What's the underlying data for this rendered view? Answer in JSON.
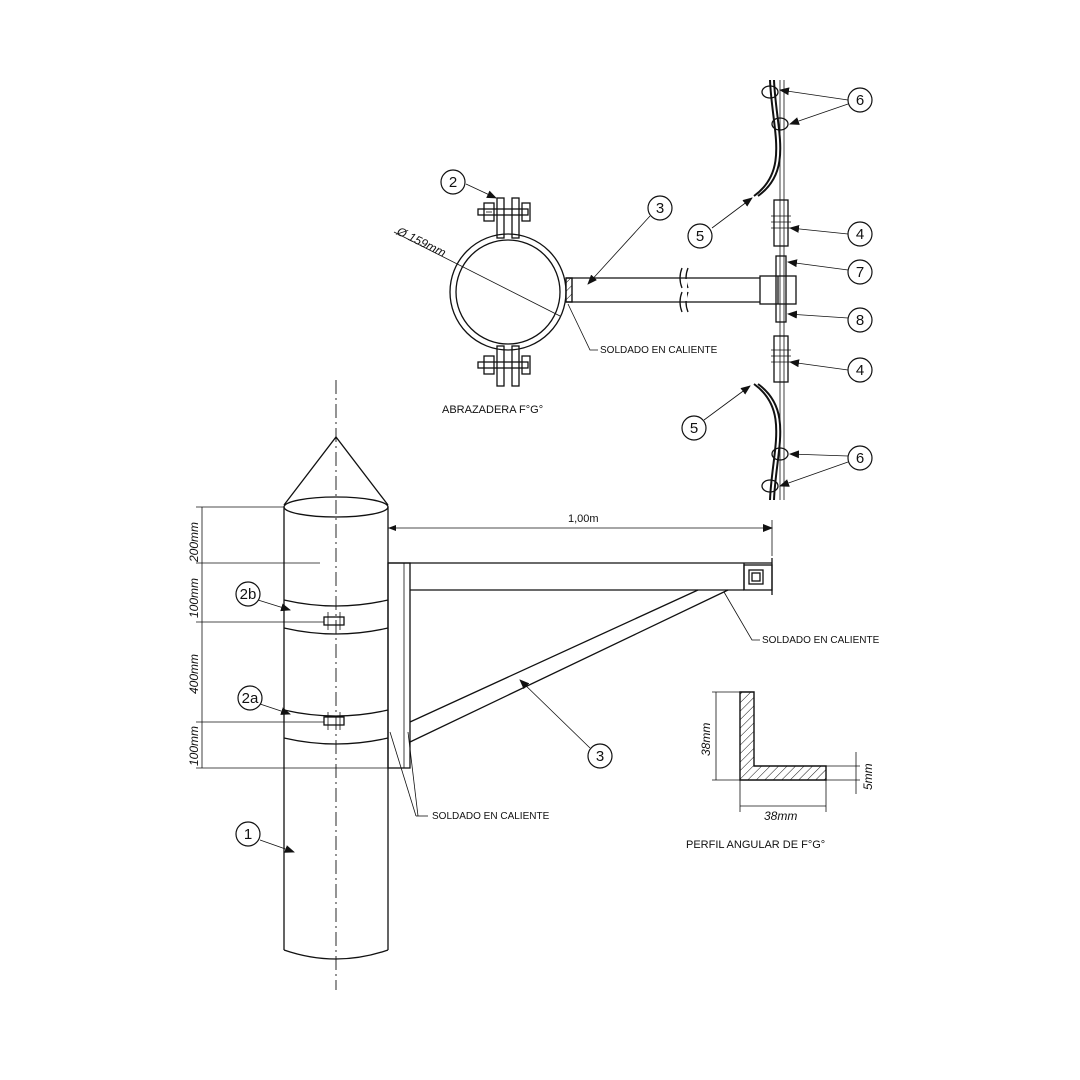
{
  "labels": {
    "abrazadera": "ABRAZADERA F°G°",
    "diameter": "Ø 159mm",
    "soldado_top": "SOLDADO EN CALIENTE",
    "soldado_mid": "SOLDADO EN CALIENTE",
    "soldado_bottom": "SOLDADO EN CALIENTE",
    "perfil": "PERFIL ANGULAR DE F°G°"
  },
  "dimensions": {
    "length": "1,00m",
    "d200": "200mm",
    "d100a": "100mm",
    "d400": "400mm",
    "d100b": "100mm",
    "p38h": "38mm",
    "p38w": "38mm",
    "p5": "5mm"
  },
  "bubbles": {
    "b1": "1",
    "b2": "2",
    "b2a": "2a",
    "b2b": "2b",
    "b3_top": "3",
    "b3_bottom": "3",
    "b4_top": "4",
    "b4_bottom": "4",
    "b5_top": "5",
    "b5_bottom": "5",
    "b6_top": "6",
    "b6_bottom": "6",
    "b7": "7",
    "b8": "8"
  }
}
